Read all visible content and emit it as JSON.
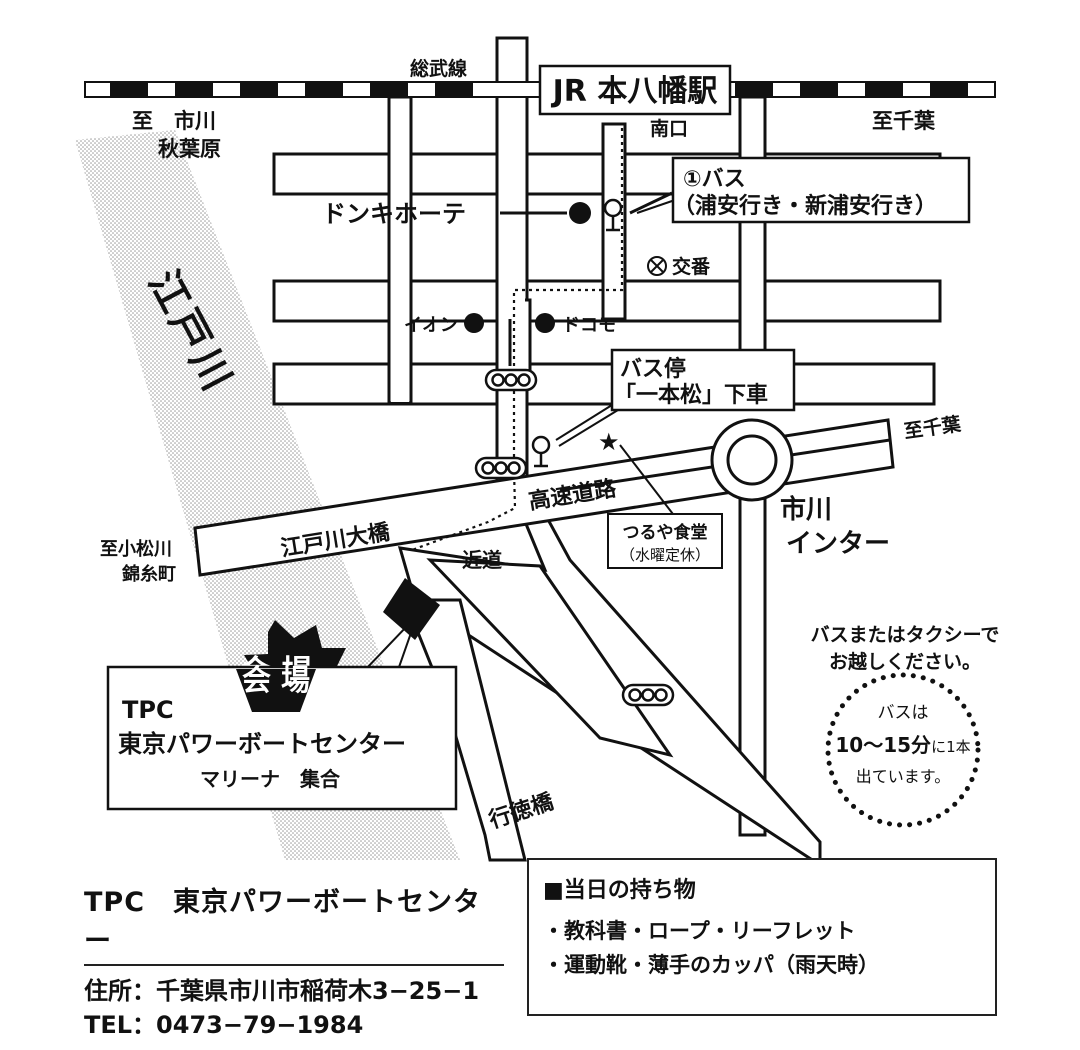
{
  "station": "JR 本八幡駅",
  "railway_line": "総武線",
  "south_exit": "南口",
  "dir_ichikawa": "至　市川",
  "dir_akihabara": "秋葉原",
  "dir_chiba_top": "至千葉",
  "dir_chiba_right": "至千葉",
  "dir_komatsugawa": "至小松川",
  "dir_kinshicho": "錦糸町",
  "bus1_line1": "①バス",
  "bus1_line2": "（浦安行き・新浦安行き）",
  "donki": "ドンキホーテ",
  "koban": "交番",
  "aeon": "イオン",
  "docomo": "ドコモ",
  "busstop_line1": "バス停",
  "busstop_line2": "「一本松」下車",
  "river": "江戸川",
  "bridge": "江戸川大橋",
  "expressway": "高速道路",
  "shortcut": "近道",
  "gyotoku_bridge": "行徳橋",
  "restaurant_line1": "つるや食堂",
  "restaurant_line2": "（水曜定休）",
  "ic_line1": "市川",
  "ic_line2": "インター",
  "venue_badge": "会 場",
  "venue_line1": "TPC",
  "venue_line2": "東京パワーボートセンター",
  "venue_line3": "マリーナ　集合",
  "transport_line1": "バスまたはタクシーで",
  "transport_line2": "お越しください。",
  "freq_line1": "バスは",
  "freq_line2_big": "10〜15分",
  "freq_line2_small": "に1本",
  "freq_line3": "出ています。",
  "footer": {
    "name": "TPC　東京パワーボートセンター",
    "address": "住所：千葉県市川市稲荷木3−25−1",
    "tel": "TEL：0473−79−1984"
  },
  "items": {
    "heading": "■当日の持ち物",
    "row1": "・教科書・ロープ・リーフレット",
    "row2": "・運動靴・薄手のカッパ（雨天時）"
  },
  "colors": {
    "ink": "#111111",
    "paper": "#ffffff",
    "river_dots": "#9a9a9a"
  }
}
